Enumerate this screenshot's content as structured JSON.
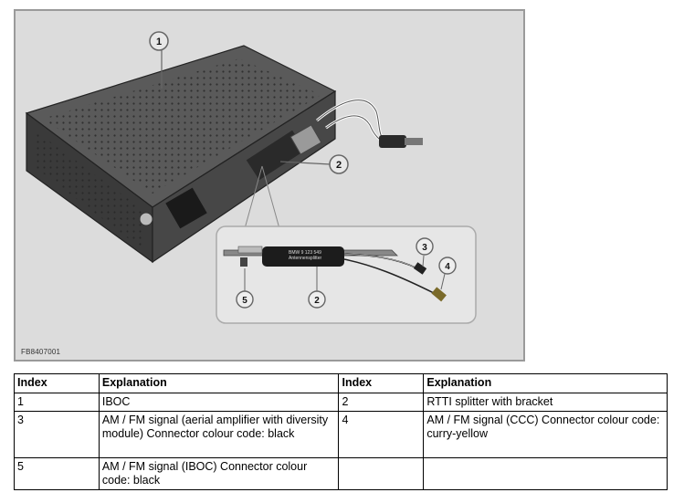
{
  "figure": {
    "code": "FB8407001",
    "callouts": [
      "1",
      "2",
      "3",
      "4",
      "5",
      "2"
    ],
    "part_label": "BMW  9 123 549\nAntennensplitter"
  },
  "legend": {
    "headers": [
      "Index",
      "Explanation",
      "Index",
      "Explanation"
    ],
    "rows": [
      [
        "1",
        "IBOC",
        "2",
        "RTTI splitter with bracket"
      ],
      [
        "3",
        "AM / FM signal (aerial amplifier with diversity module) Connector colour code: black",
        "4",
        "AM / FM signal (CCC) Connector colour code: curry-yellow"
      ],
      [
        "5",
        "AM / FM signal (IBOC) Connector colour code: black",
        "",
        ""
      ]
    ]
  }
}
